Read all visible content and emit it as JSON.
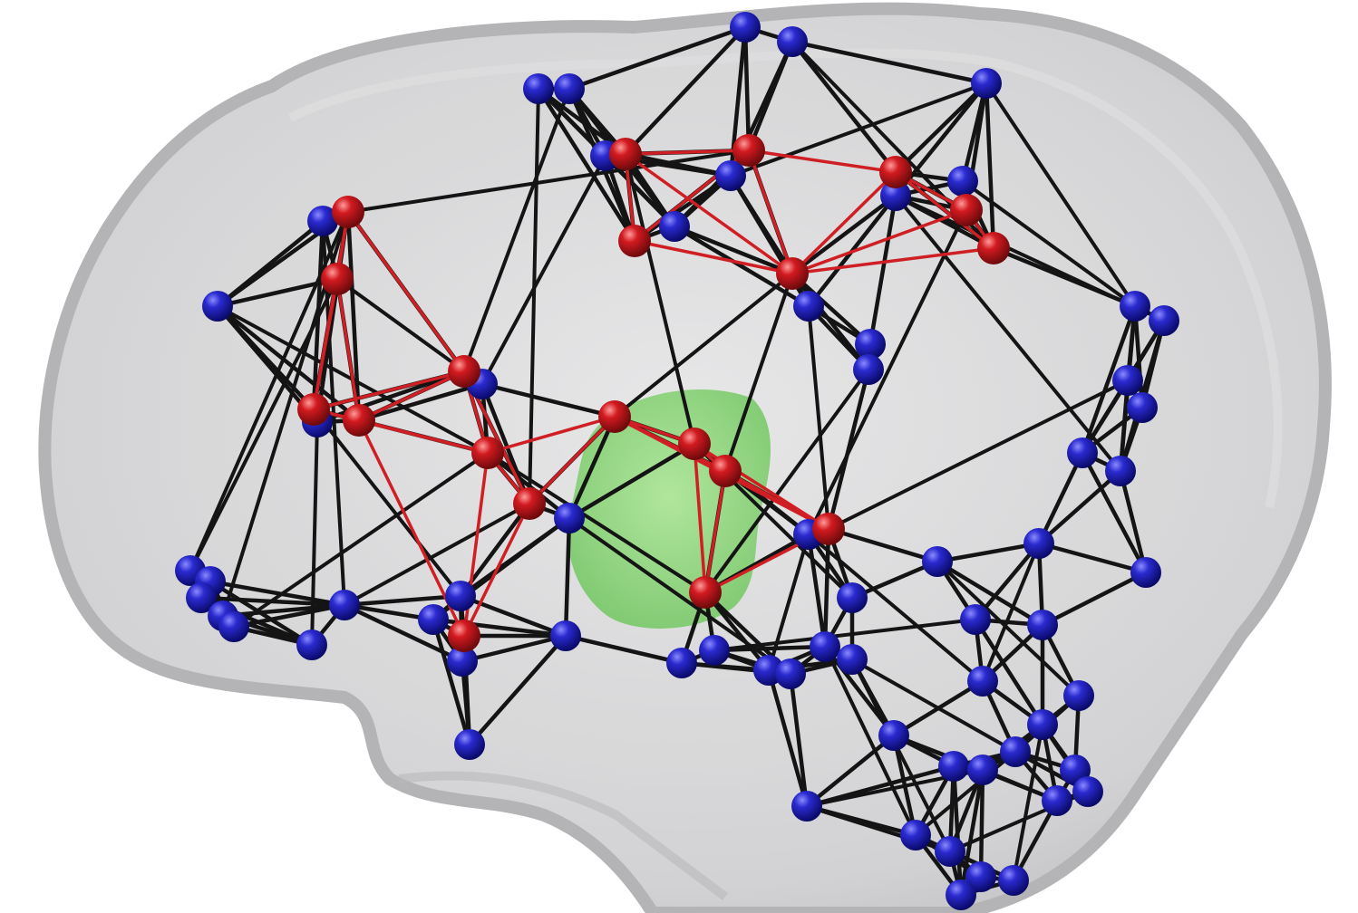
{
  "diagram": {
    "kind": "brain-connectivity-network",
    "view": "lateral",
    "colors": {
      "background": "#ffffff",
      "brain_fill": "#cfcfd0",
      "brain_outline": "#b5b5b7",
      "edge_default": "#141414",
      "edge_highlight": "#d01f24",
      "node_default": "#1b1bb0",
      "node_highlight": "#c8161c",
      "region": "#6fd15a"
    },
    "node_groups": [
      {
        "group": "peripheral",
        "color": "#1b1bb0"
      },
      {
        "group": "hub",
        "color": "#c8161c"
      }
    ]
  }
}
